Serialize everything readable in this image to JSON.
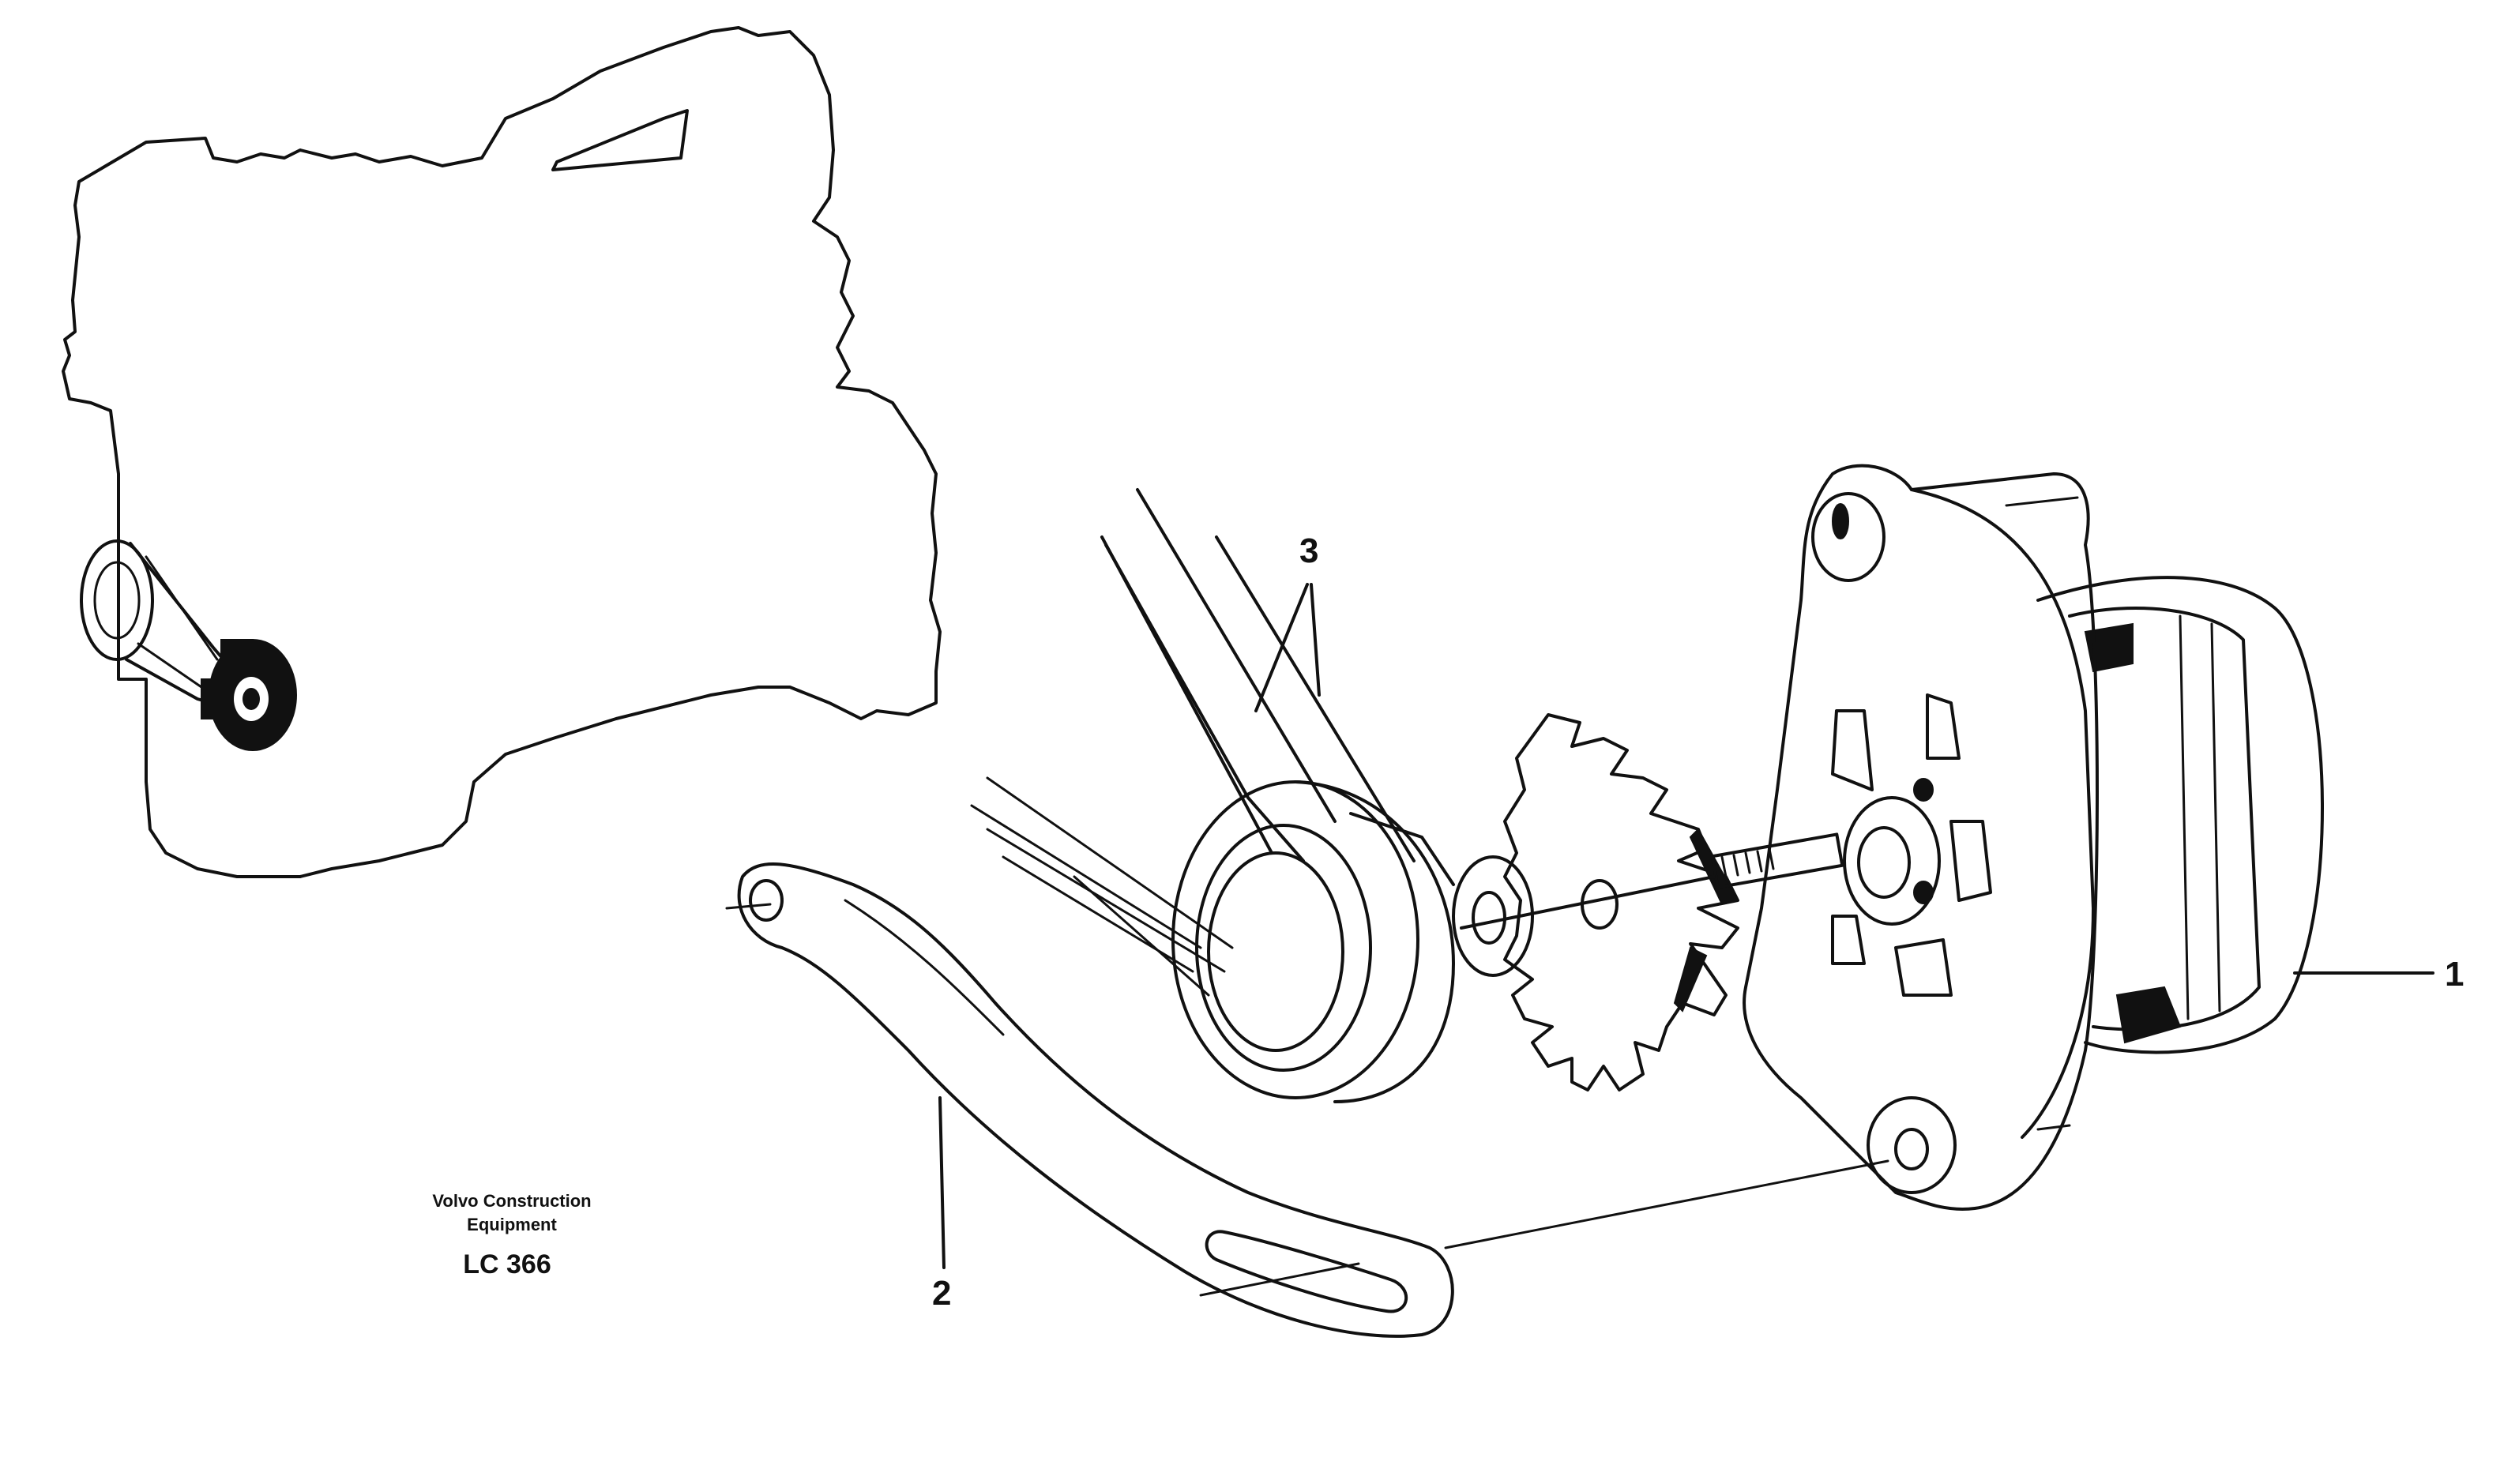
{
  "callouts": {
    "alternator": "1",
    "bracket": "2",
    "belts": "3"
  },
  "brand": {
    "line1": "Volvo Construction",
    "line2": "Equipment"
  },
  "drawing_number": "LC 366",
  "colors": {
    "ink": "#111111",
    "paper": "#ffffff"
  }
}
